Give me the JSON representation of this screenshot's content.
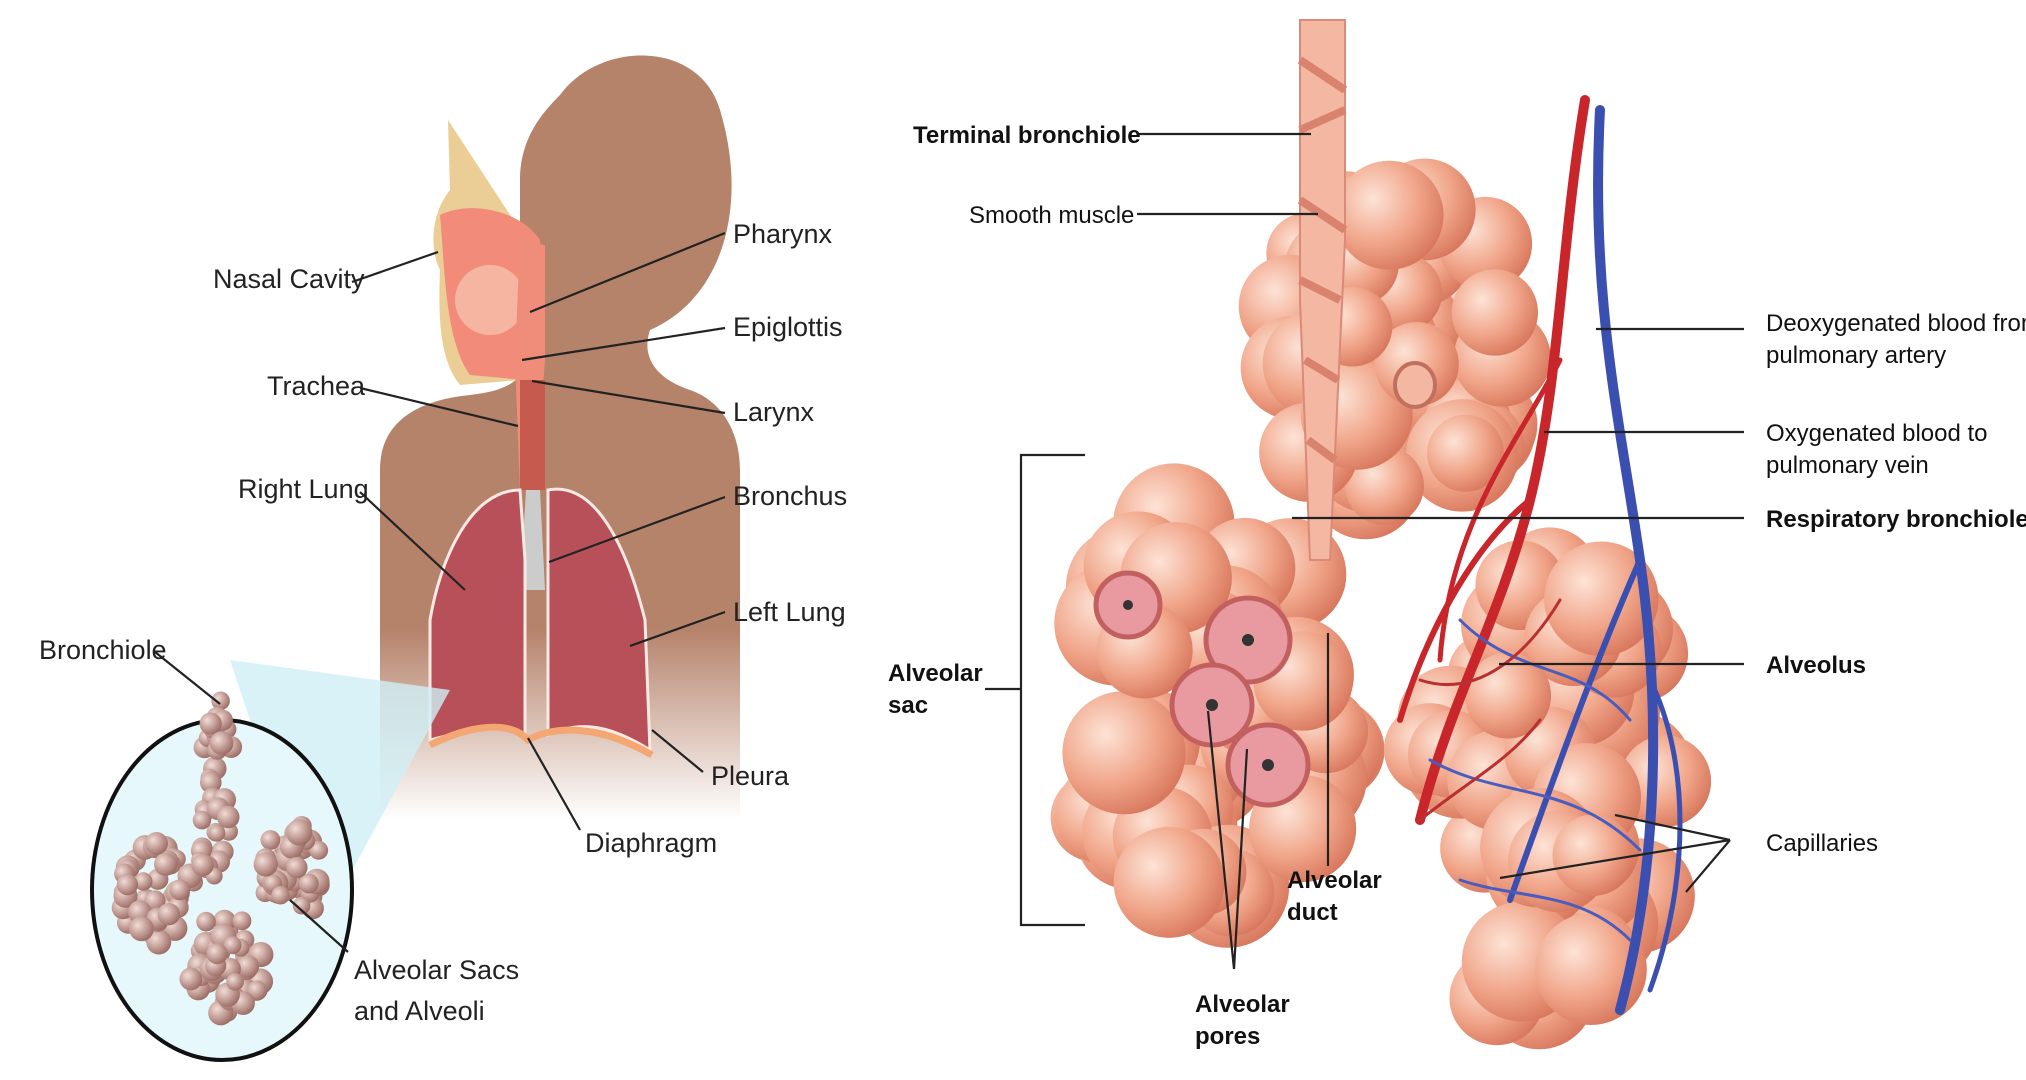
{
  "left_diagram": {
    "labels": {
      "nasal_cavity": "Nasal Cavity",
      "pharynx": "Pharynx",
      "epiglottis": "Epiglottis",
      "trachea": "Trachea",
      "larynx": "Larynx",
      "right_lung": "Right Lung",
      "bronchus": "Bronchus",
      "left_lung": "Left Lung",
      "bronchiole": "Bronchiole",
      "pleura": "Pleura",
      "diaphragm": "Diaphragm",
      "alveolar_sacs_1": "Alveolar Sacs",
      "alveolar_sacs_2": "and Alveoli"
    },
    "colors": {
      "skin": "#b5826a",
      "lung": "#b8505a",
      "inset_bg": "#dff6fa"
    }
  },
  "right_diagram": {
    "labels": {
      "terminal_bronchiole": "Terminal bronchiole",
      "smooth_muscle": "Smooth muscle",
      "deoxy_1": "Deoxygenated blood from",
      "deoxy_2": "pulmonary artery",
      "oxy_1": "Oxygenated blood to",
      "oxy_2": "pulmonary vein",
      "respiratory_bronchiole": "Respiratory bronchiole",
      "alveolus": "Alveolus",
      "capillaries": "Capillaries",
      "alveolar_sac_1": "Alveolar",
      "alveolar_sac_2": "sac",
      "alveolar_duct_1": "Alveolar",
      "alveolar_duct_2": "duct",
      "alveolar_pores_1": "Alveolar",
      "alveolar_pores_2": "pores"
    },
    "colors": {
      "alveoli": "#f0a488",
      "artery": "#c8262a",
      "vein": "#3a4fb0"
    }
  }
}
